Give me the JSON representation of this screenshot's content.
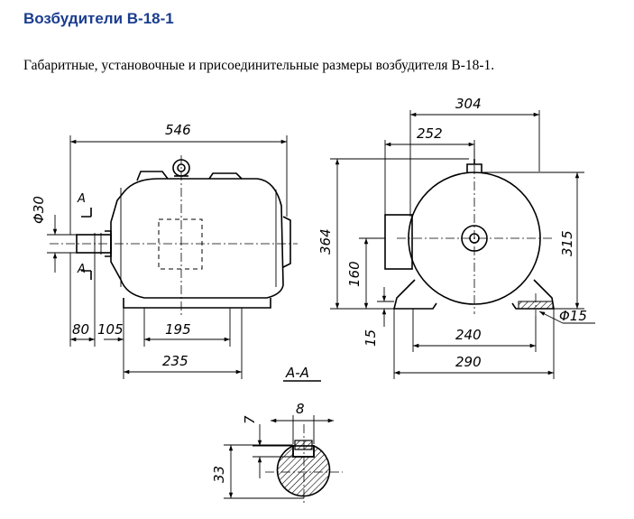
{
  "page": {
    "title": "Возбудители В-18-1",
    "caption": "Габаритные, установочные и присоединительные размеры возбудителя В-18-1."
  },
  "drawing": {
    "side_view": {
      "overall_length": "546",
      "shaft_diameter": "Φ30",
      "dim_80": "80",
      "dim_105": "105",
      "dim_195": "195",
      "dim_235": "235",
      "section_mark_top": "А",
      "section_mark_bottom": "А"
    },
    "end_view": {
      "dim_304": "304",
      "dim_252": "252",
      "height_364": "364",
      "shaft_height_160": "160",
      "foot_15": "15",
      "height_315": "315",
      "hole_diameter": "Φ15",
      "dim_240": "240",
      "dim_290": "290"
    },
    "section": {
      "label": "А-А",
      "key_width": "8",
      "key_depth": "7",
      "shaft_dim": "33"
    }
  },
  "colors": {
    "title": "#1a3d8f",
    "text": "#000000",
    "line": "#000000"
  }
}
